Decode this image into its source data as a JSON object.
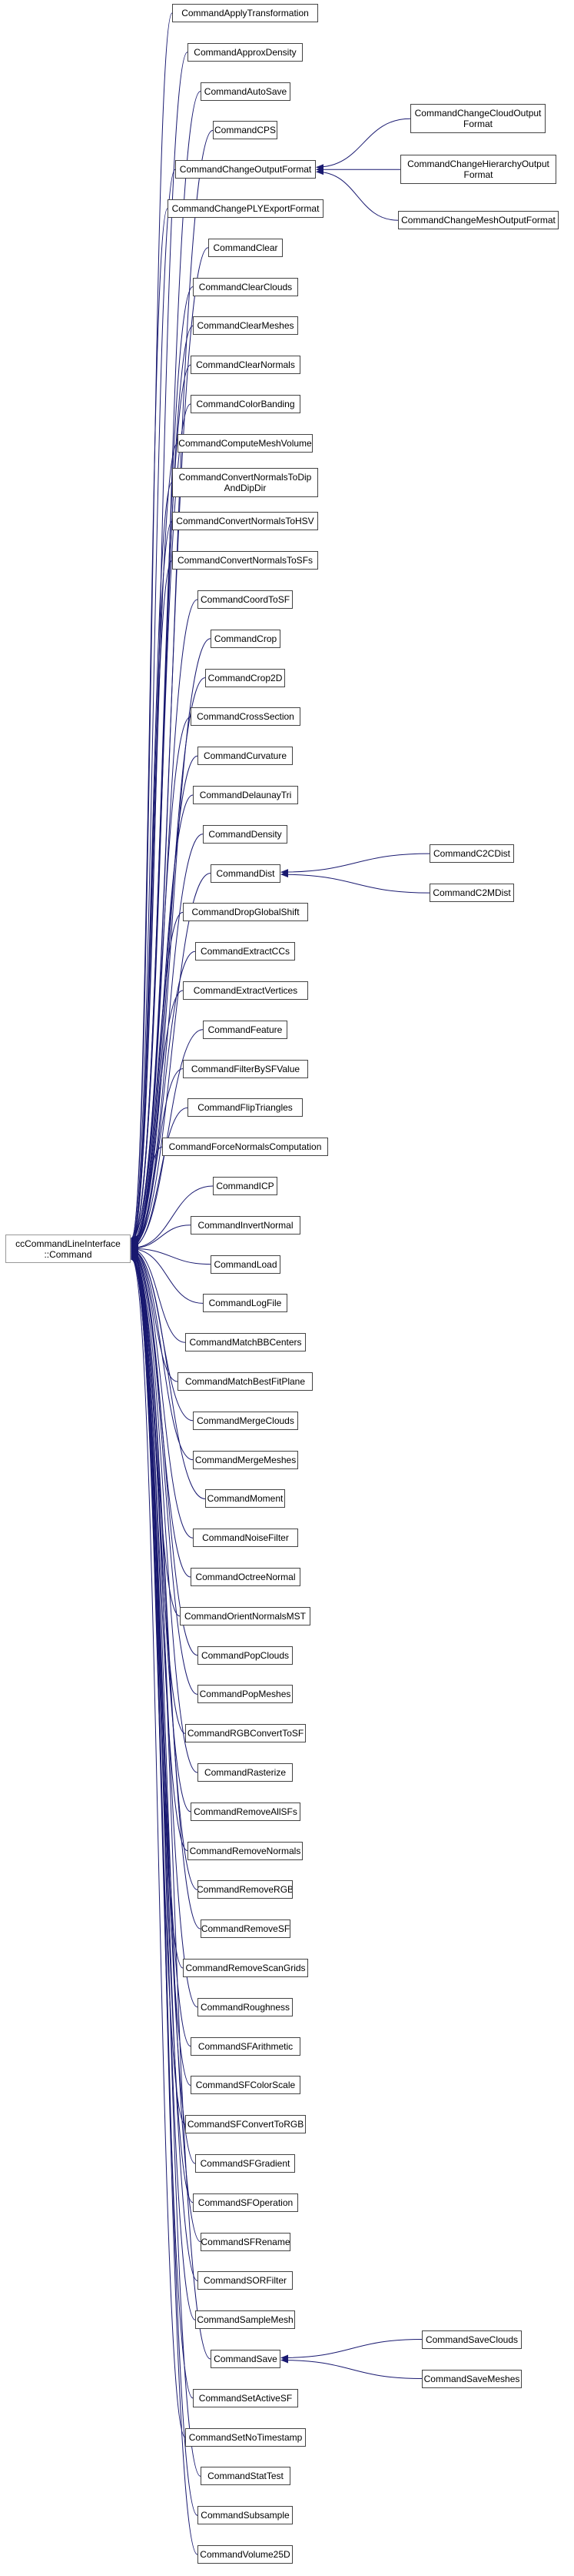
{
  "colors": {
    "edge": "#191970",
    "node_border": "#444444",
    "base_border": "#999999",
    "background": "#ffffff"
  },
  "diagram": {
    "base": "ccCommandLineInterface\n::Command",
    "derived": [
      {
        "label": "CommandApplyTransformation"
      },
      {
        "label": "CommandApproxDensity"
      },
      {
        "label": "CommandAutoSave"
      },
      {
        "label": "CommandCPS"
      },
      {
        "label": "CommandChangeOutputFormat",
        "children": [
          "CommandChangeCloudOutput\nFormat",
          "CommandChangeHierarchyOutput\nFormat",
          "CommandChangeMeshOutputFormat"
        ]
      },
      {
        "label": "CommandChangePLYExportFormat"
      },
      {
        "label": "CommandClear"
      },
      {
        "label": "CommandClearClouds"
      },
      {
        "label": "CommandClearMeshes"
      },
      {
        "label": "CommandClearNormals"
      },
      {
        "label": "CommandColorBanding"
      },
      {
        "label": "CommandComputeMeshVolume"
      },
      {
        "label": "CommandConvertNormalsToDip\nAndDipDir"
      },
      {
        "label": "CommandConvertNormalsToHSV"
      },
      {
        "label": "CommandConvertNormalsToSFs"
      },
      {
        "label": "CommandCoordToSF"
      },
      {
        "label": "CommandCrop"
      },
      {
        "label": "CommandCrop2D"
      },
      {
        "label": "CommandCrossSection"
      },
      {
        "label": "CommandCurvature"
      },
      {
        "label": "CommandDelaunayTri"
      },
      {
        "label": "CommandDensity"
      },
      {
        "label": "CommandDist",
        "children": [
          "CommandC2CDist",
          "CommandC2MDist"
        ]
      },
      {
        "label": "CommandDropGlobalShift"
      },
      {
        "label": "CommandExtractCCs"
      },
      {
        "label": "CommandExtractVertices"
      },
      {
        "label": "CommandFeature"
      },
      {
        "label": "CommandFilterBySFValue"
      },
      {
        "label": "CommandFlipTriangles"
      },
      {
        "label": "CommandForceNormalsComputation"
      },
      {
        "label": "CommandICP"
      },
      {
        "label": "CommandInvertNormal"
      },
      {
        "label": "CommandLoad"
      },
      {
        "label": "CommandLogFile"
      },
      {
        "label": "CommandMatchBBCenters"
      },
      {
        "label": "CommandMatchBestFitPlane"
      },
      {
        "label": "CommandMergeClouds"
      },
      {
        "label": "CommandMergeMeshes"
      },
      {
        "label": "CommandMoment"
      },
      {
        "label": "CommandNoiseFilter"
      },
      {
        "label": "CommandOctreeNormal"
      },
      {
        "label": "CommandOrientNormalsMST"
      },
      {
        "label": "CommandPopClouds"
      },
      {
        "label": "CommandPopMeshes"
      },
      {
        "label": "CommandRGBConvertToSF"
      },
      {
        "label": "CommandRasterize"
      },
      {
        "label": "CommandRemoveAllSFs"
      },
      {
        "label": "CommandRemoveNormals"
      },
      {
        "label": "CommandRemoveRGB"
      },
      {
        "label": "CommandRemoveSF"
      },
      {
        "label": "CommandRemoveScanGrids"
      },
      {
        "label": "CommandRoughness"
      },
      {
        "label": "CommandSFArithmetic"
      },
      {
        "label": "CommandSFColorScale"
      },
      {
        "label": "CommandSFConvertToRGB"
      },
      {
        "label": "CommandSFGradient"
      },
      {
        "label": "CommandSFOperation"
      },
      {
        "label": "CommandSFRename"
      },
      {
        "label": "CommandSORFilter"
      },
      {
        "label": "CommandSampleMesh"
      },
      {
        "label": "CommandSave",
        "children": [
          "CommandSaveClouds",
          "CommandSaveMeshes"
        ]
      },
      {
        "label": "CommandSetActiveSF"
      },
      {
        "label": "CommandSetNoTimestamp"
      },
      {
        "label": "CommandStatTest"
      },
      {
        "label": "CommandSubsample"
      },
      {
        "label": "CommandVolume25D"
      }
    ]
  }
}
